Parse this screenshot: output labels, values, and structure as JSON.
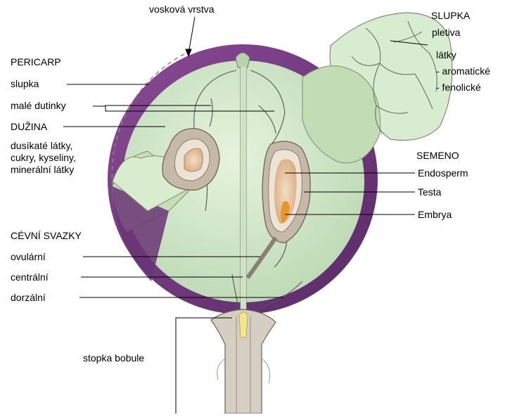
{
  "labels": {
    "waxLayer": "vosková vrstva",
    "skinGroup": {
      "title": "SLUPKA",
      "tissues": "pletiva",
      "substances": "látky",
      "aromatic": "- aromatické",
      "phenolic": "- fenolické"
    },
    "pericarp": {
      "title": "PERICARP",
      "skin": "slupka",
      "cavities": "malé dutinky",
      "pulp": "DUŽINA",
      "pulpContent": [
        "dusíkaté látky,",
        "cukry, kyseliny,",
        "minerální látky"
      ]
    },
    "seed": {
      "title": "SEMENO",
      "endosperm": "Endosperm",
      "testa": "Testa",
      "embryo": "Embrya"
    },
    "vascular": {
      "title": "CÉVNÍ SVAZKY",
      "ovular": "ovulární",
      "central": "centrální",
      "dorsal": "dorzální"
    },
    "stalk": "stopka bobule"
  },
  "colors": {
    "flesh": "#d2e8c8",
    "fleshLight": "#e3f1da",
    "skinPurple": "#7a3f86",
    "skinPurpleDark": "#5c2a66",
    "seedOuter": "#c9bcae",
    "endosperm": "#e8c9a4",
    "embryo": "#e79a32",
    "vessel": "#6f6f6f",
    "stalk": "#cfc6bd"
  }
}
